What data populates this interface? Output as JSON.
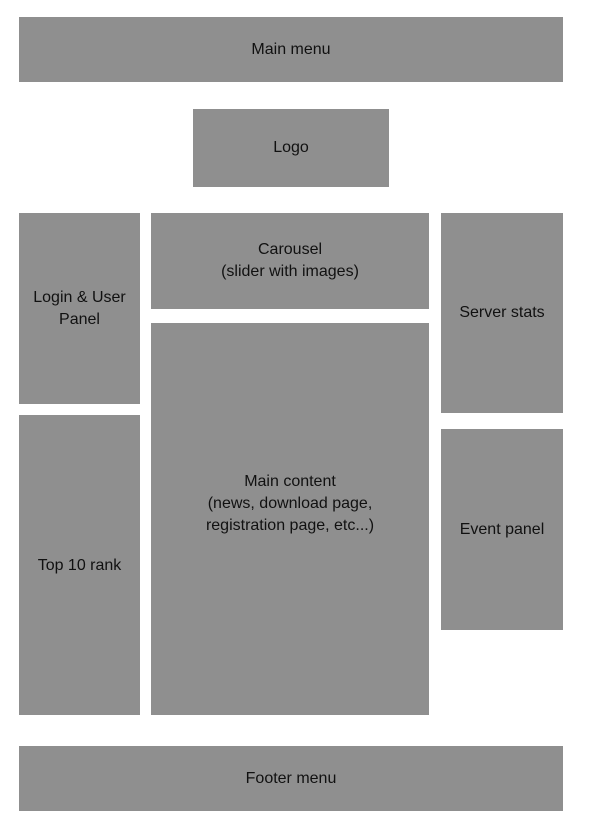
{
  "layout": {
    "main_menu": "Main menu",
    "logo": "Logo",
    "login_user_panel": "Login & User\nPanel",
    "top_10_rank": "Top 10 rank",
    "carousel": "Carousel\n(slider with images)",
    "main_content": "Main content\n(news, download page,\nregistration page, etc...)",
    "server_stats": "Server stats",
    "event_panel": "Event panel",
    "footer_menu": "Footer menu"
  },
  "colors": {
    "box_fill": "#8f8f8f",
    "background": "#ffffff",
    "text": "#111111"
  }
}
